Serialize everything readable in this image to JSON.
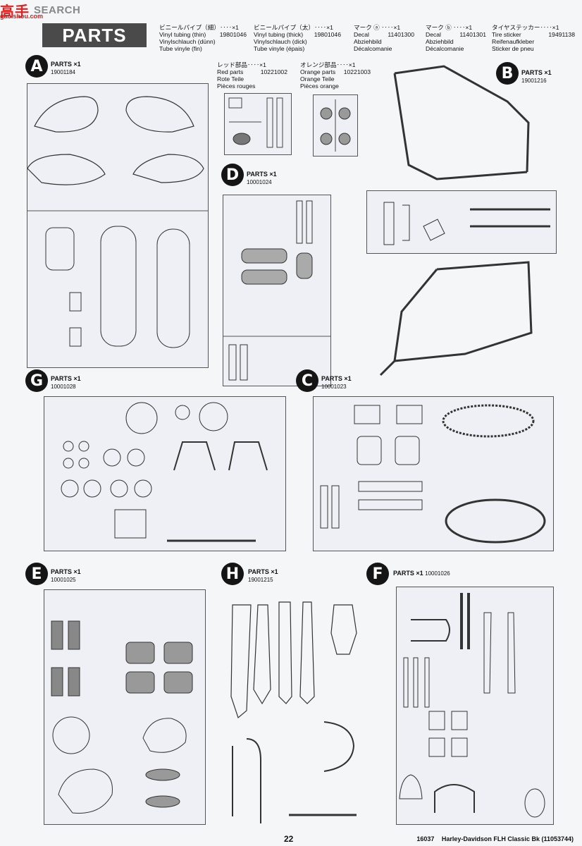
{
  "watermark": {
    "logo": "高手",
    "brand": "SEARCH",
    "site": "gao.shou.com"
  },
  "header": {
    "title": "PARTS"
  },
  "legend": [
    {
      "jp": "ビニールパイプ（細）‥‥×1",
      "lines": [
        "Vinyl tubing (thin)",
        "Vinylschlauch (dünn)",
        "Tube vinyle (fin)"
      ],
      "code": "19801046"
    },
    {
      "jp": "ビニールパイプ（太）‥‥×1",
      "lines": [
        "Vinyl tubing (thick)",
        "Vinylschlauch (dick)",
        "Tube vinyle (épais)"
      ],
      "code": "19801046"
    },
    {
      "jp": "マーク ⓐ ‥‥×1",
      "lines": [
        "Decal",
        "Abziehbild",
        "Décalcomanie"
      ],
      "code": "11401300"
    },
    {
      "jp": "マーク ⓑ ‥‥×1",
      "lines": [
        "Decal",
        "Abziehbild",
        "Décalcomanie"
      ],
      "code": "11401301"
    },
    {
      "jp": "タイヤステッカー‥‥×1",
      "lines": [
        "Tire sticker",
        "Reifenaufkleber",
        "Sticker de pneu"
      ],
      "code": "19491138"
    }
  ],
  "colored_parts": [
    {
      "jp": "レッド部品‥‥×1",
      "lines": [
        "Red parts",
        "Rote Teile",
        "Pièces rouges"
      ],
      "code": "10221002"
    },
    {
      "jp": "オレンジ部品‥‥×1",
      "lines": [
        "Orange parts",
        "Orange Teile",
        "Pièces orange"
      ],
      "code": "10221003"
    }
  ],
  "sprues": [
    {
      "letter": "A",
      "label": "PARTS ×1",
      "code": "19001184"
    },
    {
      "letter": "B",
      "label": "PARTS ×1",
      "code": "19001216"
    },
    {
      "letter": "D",
      "label": "PARTS ×1",
      "code": "10001024"
    },
    {
      "letter": "G",
      "label": "PARTS ×1",
      "code": "10001028"
    },
    {
      "letter": "C",
      "label": "PARTS ×1",
      "code": "10001023"
    },
    {
      "letter": "E",
      "label": "PARTS ×1",
      "code": "10001025"
    },
    {
      "letter": "H",
      "label": "PARTS ×1",
      "code": "19001215"
    },
    {
      "letter": "F",
      "label": "PARTS ×1",
      "code": "10001026"
    }
  ],
  "footer": {
    "page": "22",
    "kit_no": "16037",
    "kit_name": "Harley-Davidson FLH Classic Bk (11053744)"
  }
}
